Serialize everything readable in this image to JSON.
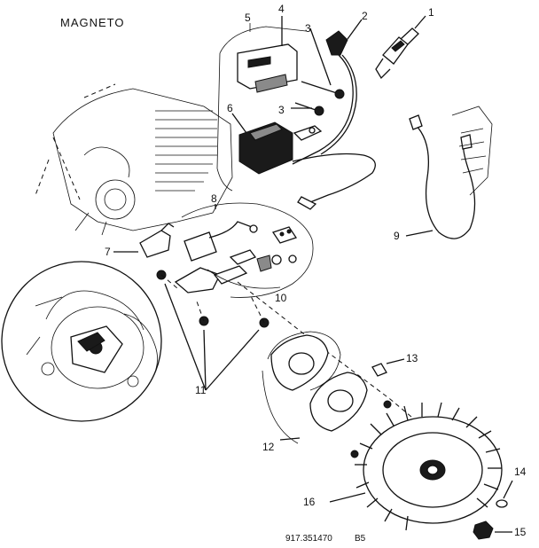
{
  "title": "MAGNETO",
  "callouts": [
    {
      "id": "c1",
      "label": "1"
    },
    {
      "id": "c2",
      "label": "2"
    },
    {
      "id": "c3a",
      "label": "3"
    },
    {
      "id": "c3b",
      "label": "3"
    },
    {
      "id": "c4",
      "label": "4"
    },
    {
      "id": "c5",
      "label": "5"
    },
    {
      "id": "c6",
      "label": "6"
    },
    {
      "id": "c7",
      "label": "7"
    },
    {
      "id": "c8",
      "label": "8"
    },
    {
      "id": "c9",
      "label": "9"
    },
    {
      "id": "c10",
      "label": "10"
    },
    {
      "id": "c11",
      "label": "11"
    },
    {
      "id": "c12",
      "label": "12"
    },
    {
      "id": "c13",
      "label": "13"
    },
    {
      "id": "c14",
      "label": "14"
    },
    {
      "id": "c15",
      "label": "15"
    },
    {
      "id": "c16",
      "label": "16"
    }
  ],
  "footer": {
    "part_number": "917.351470",
    "code": "B5"
  }
}
